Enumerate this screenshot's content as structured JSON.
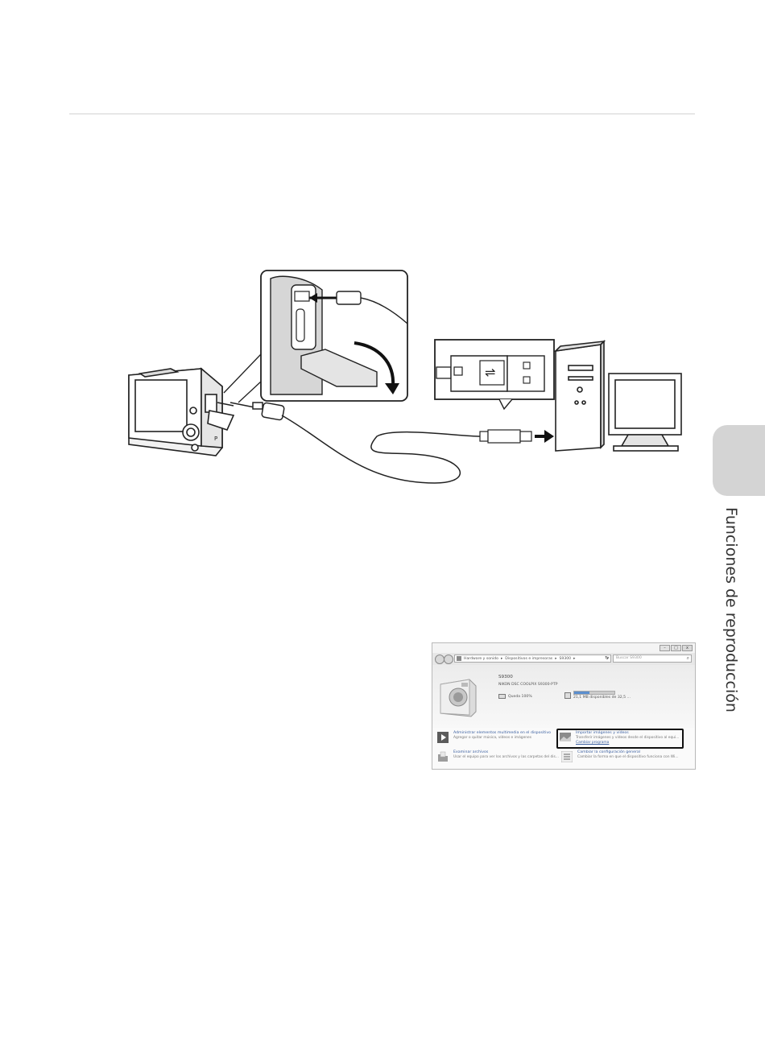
{
  "side_tab": {
    "label": "Funciones de reproducción"
  },
  "explorer": {
    "window_controls": {
      "minimize": "–",
      "maximize": "□",
      "close": "x"
    },
    "breadcrumb": [
      "Hardware y sonido",
      "Dispositivos e impresoras",
      "S9300"
    ],
    "refresh_glyph": "↻",
    "search_placeholder": "Buscar S9300",
    "device": {
      "name": "S9300",
      "model": "NIKON DSC COOLPIX S9300-PTP",
      "battery": "Queda 100%",
      "storage": "21,1 MB disponibles de 32,5 ..."
    },
    "tasks": [
      {
        "title": "Administrar elementos multimedia en el dispositivo",
        "desc": "Agregar o quitar música, vídeos e imágenes",
        "link": ""
      },
      {
        "title": "Importar imágenes y vídeos",
        "desc": "Transferir imágenes y vídeos desde el dispositivo al equi...",
        "link": "Cambiar programa"
      },
      {
        "title": "Examinar archivos",
        "desc": "Usar el equipo para ver los archivos y las carpetas del dis...",
        "link": ""
      },
      {
        "title": "Cambiar la configuración general",
        "desc": "Cambiar la forma en que el dispositivo funciona con Wi...",
        "link": ""
      }
    ]
  },
  "illustration": {
    "usb_symbol": "⇌",
    "colors": {
      "line": "#222222",
      "fill": "#ffffff",
      "shade": "#cfcfcf",
      "arrow": "#111111"
    }
  }
}
